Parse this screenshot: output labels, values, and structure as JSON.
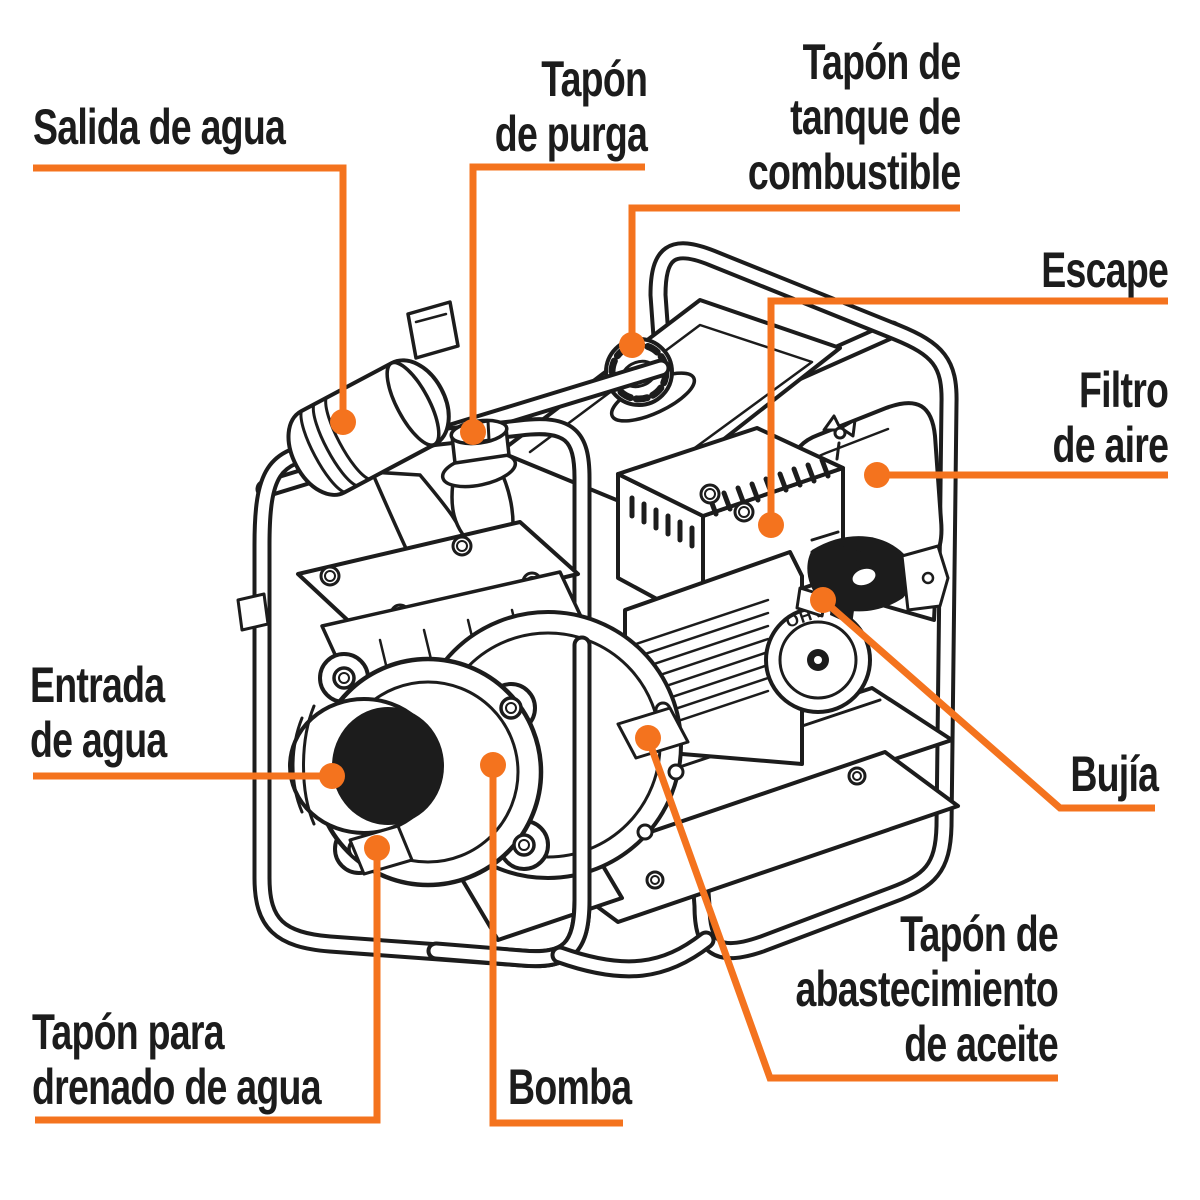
{
  "diagram": {
    "accent_color": "#F4731E",
    "ink_color": "#1C1C1C",
    "labels": {
      "salida_de_agua": {
        "lines": [
          "Salida de agua"
        ]
      },
      "tapon_de_purga": {
        "lines": [
          "Tapón",
          "de purga"
        ]
      },
      "tapon_tanque_combustible": {
        "lines": [
          "Tapón de",
          "tanque de",
          "combustible"
        ]
      },
      "escape": {
        "lines": [
          "Escape"
        ]
      },
      "filtro_de_aire": {
        "lines": [
          "Filtro",
          "de aire"
        ]
      },
      "bujia": {
        "lines": [
          "Bujía"
        ]
      },
      "tapon_abastecimiento_aceite": {
        "lines": [
          "Tapón de",
          "abastecimiento",
          "de aceite"
        ]
      },
      "entrada_de_agua": {
        "lines": [
          "Entrada",
          "de agua"
        ]
      },
      "tapon_drenado_agua": {
        "lines": [
          "Tapón para",
          "drenado de agua"
        ]
      },
      "bomba": {
        "lines": [
          "Bomba"
        ]
      }
    },
    "machine_markings": {
      "engine_text": "OHV"
    }
  }
}
